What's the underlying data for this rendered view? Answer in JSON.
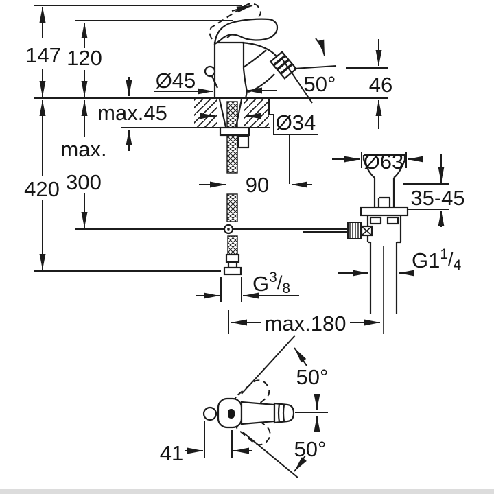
{
  "drawing": {
    "type": "technical-dimension-drawing",
    "subject": "single-lever bidet mixer faucet with pop-up waste, side view, top view of handle"
  },
  "colors": {
    "line": "#1c1c1c",
    "text": "#161616",
    "background": "#ffffff",
    "bottom_strip": "#dcdcdc"
  },
  "labels": {
    "d147": "147",
    "d120": "120",
    "d45": "Ø45",
    "angle_aerator": "50°",
    "d46": "46",
    "max45": "max.45",
    "d34": "Ø34",
    "max_word": "max.",
    "d300": "300",
    "d420": "420",
    "d90": "90",
    "d63": "Ø63",
    "d35_45": "35-45",
    "g1_quarter": {
      "main": "G1",
      "sup": "1",
      "slash": "/",
      "sub": "4"
    },
    "g_three_eighths": {
      "main": "G",
      "sup": "3",
      "slash": "/",
      "sub": "8"
    },
    "max180": "max.180",
    "angle_handle_up": "50°",
    "angle_handle_down": "50°",
    "d41": "41"
  }
}
